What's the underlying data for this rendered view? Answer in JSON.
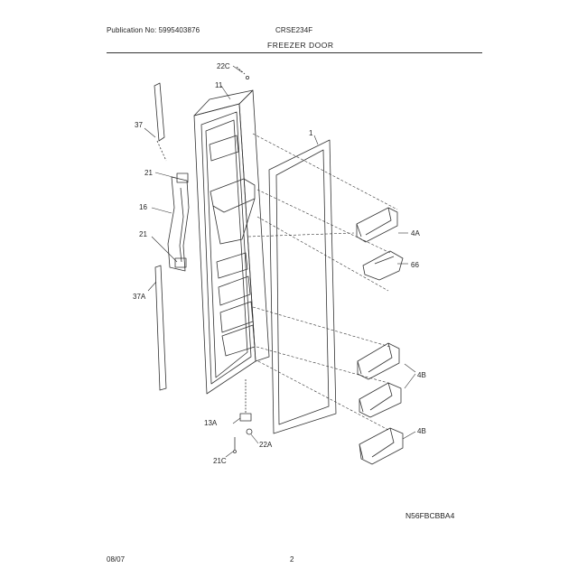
{
  "header": {
    "publication": "Publication No: 5995403876",
    "model": "CRSE234F",
    "section_title": "FREEZER DOOR"
  },
  "callouts": {
    "c22C": "22C",
    "c11": "11",
    "c37": "37",
    "c1": "1",
    "c21a": "21",
    "c16": "16",
    "c4A": "4A",
    "c21b": "21",
    "c66": "66",
    "c37A": "37A",
    "c4Ba": "4B",
    "c4Bb": "4B",
    "c13A": "13A",
    "c22A": "22A",
    "c21C": "21C"
  },
  "footer": {
    "drawing_code": "N56FBCBBA4",
    "date": "08/07",
    "page_number": "2"
  }
}
